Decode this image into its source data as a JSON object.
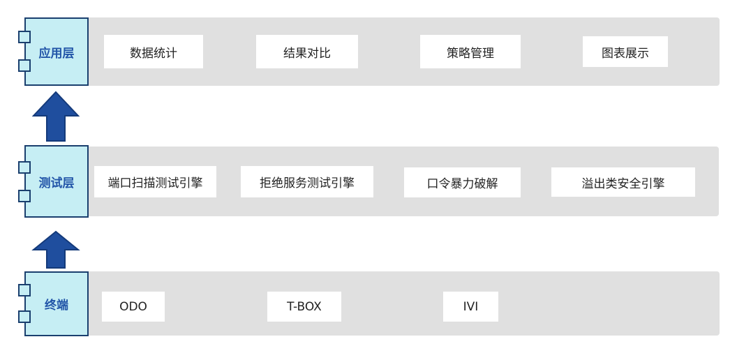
{
  "layers": [
    {
      "label": "应用层",
      "items": [
        "数据统计",
        "结果对比",
        "策略管理",
        "图表展示"
      ]
    },
    {
      "label": "测试层",
      "items": [
        "端口扫描测试引擎",
        "拒绝服务测试引擎",
        "口令暴力破解",
        "溢出类安全引擎"
      ]
    },
    {
      "label": "终端",
      "items": [
        "ODO",
        "T-BOX",
        "IVI"
      ]
    }
  ],
  "colors": {
    "band": "#e0e0e0",
    "layer_fill": "#c6eef4",
    "layer_border": "#1a3f6e",
    "layer_text": "#2255a8",
    "arrow": "#1f4e9e",
    "item_fill": "#ffffff"
  }
}
